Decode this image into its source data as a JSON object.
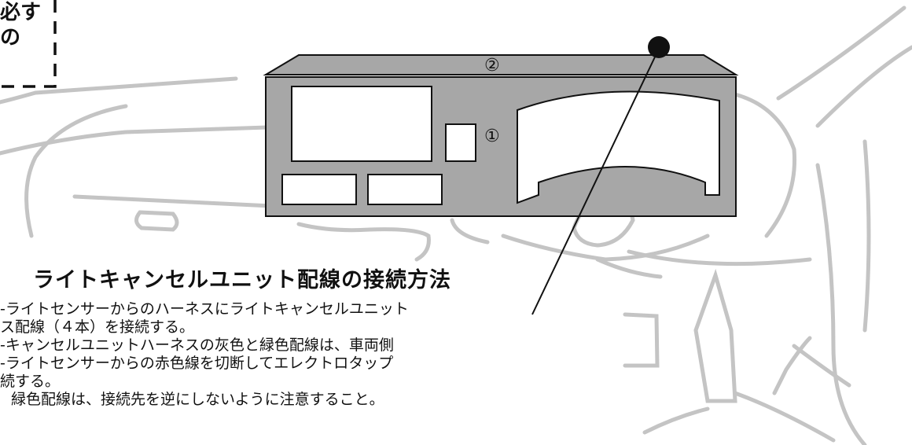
{
  "corner_note": {
    "line1": "必す",
    "line2": "の"
  },
  "callouts": {
    "panel": "①",
    "top_strip": "②"
  },
  "title": "ライトキャンセルユニット配線の接続方法",
  "body_lines": [
    "-ライトセンサーからのハーネスにライトキャンセルユニット",
    "ス配線（４本）を接続する。",
    "-キャンセルユニットハーネスの灰色と緑色配線は、車両側",
    "-ライトセンサーからの赤色線を切断してエレクトロタップ",
    "続する。",
    "緑色配線は、接続先を逆にしないように注意すること。"
  ],
  "colors": {
    "panel_fill": "#a7a7a7",
    "outline_gray": "#c4c4c4",
    "dark": "#111111"
  }
}
